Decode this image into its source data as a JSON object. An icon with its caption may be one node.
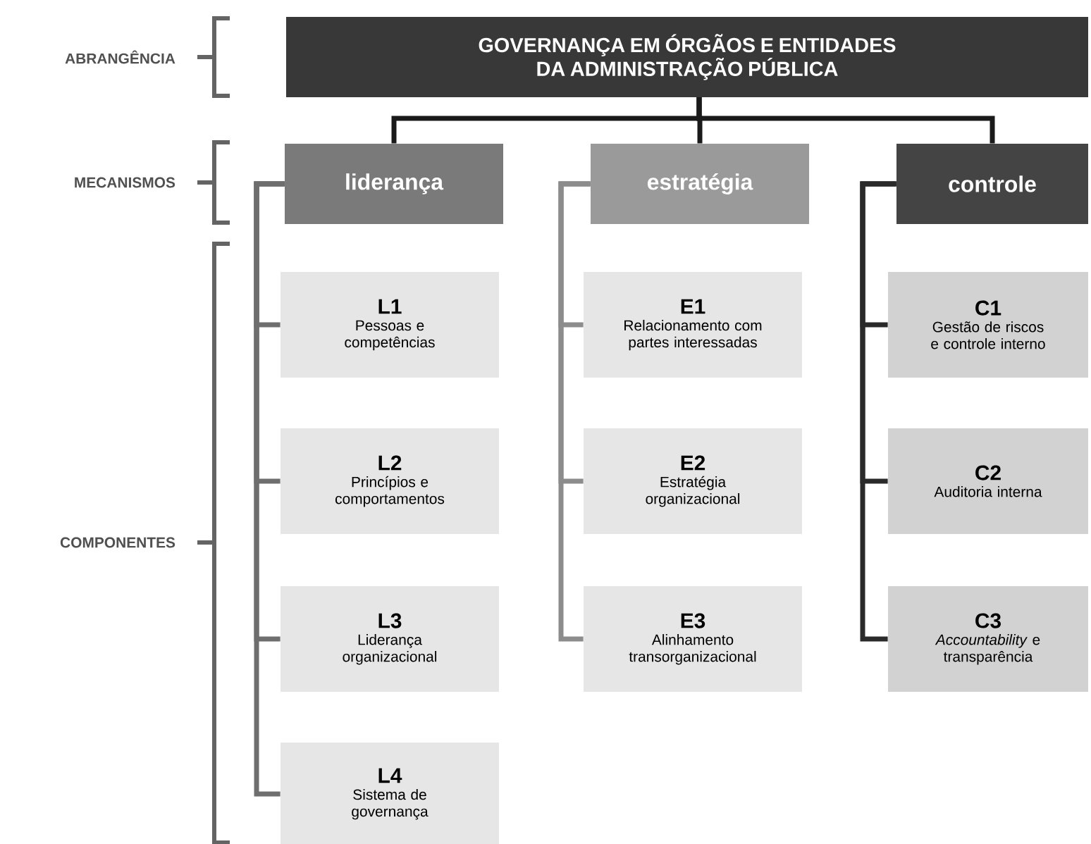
{
  "diagram": {
    "nodes": [
      {
        "text": [
          "GOVERNANÇA EM ÓRGÃOS E ENTIDADES DA ADMINISTRAÇÃO PÚBLICA"
        ]
      },
      {
        "text": [
          "liderança"
        ]
      },
      {
        "text": [
          "estratégia"
        ]
      },
      {
        "text": [
          "controle"
        ]
      },
      {
        "text": [
          "L1",
          "Pessoas e competências"
        ]
      },
      {
        "text": [
          "L2",
          "Princípios e comportamentos"
        ]
      },
      {
        "text": [
          "L3",
          "Liderança organizacional"
        ]
      },
      {
        "text": [
          "L4",
          "Sistema de governança"
        ]
      },
      {
        "text": [
          "E1",
          "Relacionamento com partes interessadas"
        ]
      },
      {
        "text": [
          "E2",
          "Estratégia organizacional"
        ]
      },
      {
        "text": [
          "E3",
          "Alinhamento transorganizacional"
        ]
      },
      {
        "text": [
          "C1",
          "Gestão de riscos e controle interno"
        ]
      },
      {
        "text": [
          "C2",
          "Auditoria interna"
        ]
      },
      {
        "text": [
          "C3",
          "*Accountability* e transparência"
        ]
      }
    ],
    "edges": [
      {
        "from": 0,
        "to": 1,
        "arrow": "none",
        "color": "#1a1a1a"
      },
      {
        "from": 0,
        "to": 2,
        "arrow": "none",
        "color": "#1a1a1a"
      },
      {
        "from": 0,
        "to": 3,
        "arrow": "none",
        "color": "#1a1a1a"
      },
      {
        "from": 1,
        "to": 4,
        "arrow": "none",
        "color": "#6e6e6e"
      },
      {
        "from": 1,
        "to": 5,
        "arrow": "none",
        "color": "#6e6e6e"
      },
      {
        "from": 1,
        "to": 6,
        "arrow": "none",
        "color": "#6e6e6e"
      },
      {
        "from": 1,
        "to": 7,
        "arrow": "none",
        "color": "#6e6e6e"
      },
      {
        "from": 2,
        "to": 8,
        "arrow": "none",
        "color": "#8c8c8c"
      },
      {
        "from": 2,
        "to": 9,
        "arrow": "none",
        "color": "#8c8c8c"
      },
      {
        "from": 2,
        "to": 10,
        "arrow": "none",
        "color": "#8c8c8c"
      },
      {
        "from": 3,
        "to": 11,
        "arrow": "none",
        "color": "#2a2a2a"
      },
      {
        "from": 3,
        "to": 12,
        "arrow": "none",
        "color": "#2a2a2a"
      },
      {
        "from": 3,
        "to": 13,
        "arrow": "none",
        "color": "#2a2a2a"
      }
    ],
    "labels": [
      "ABRANGÊNCIA",
      "MECANISMOS",
      "COMPONENTES"
    ]
  }
}
